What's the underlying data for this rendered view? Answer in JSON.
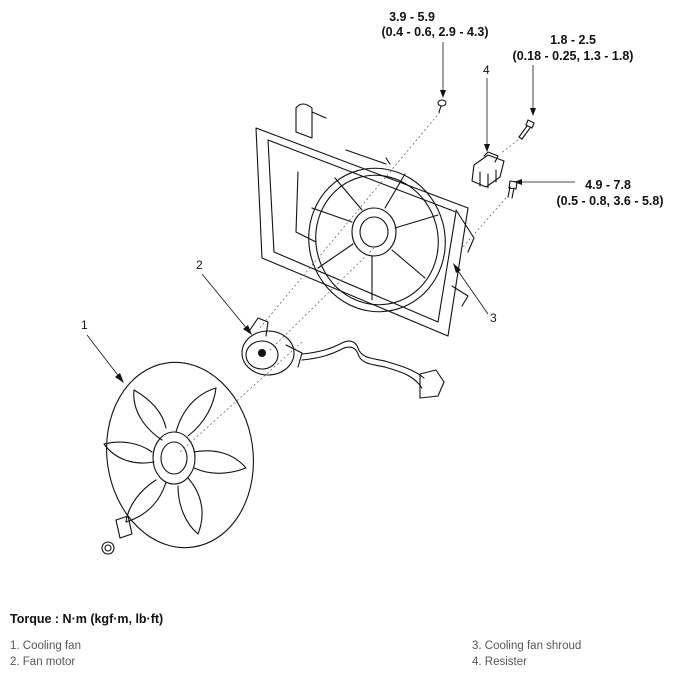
{
  "torque_specs": [
    {
      "id": "t1",
      "line1": "3.9 - 5.9",
      "line2": "(0.4 - 0.6, 2.9 - 4.3)"
    },
    {
      "id": "t2",
      "line1": "1.8 - 2.5",
      "line2": "(0.18 - 0.25, 1.3 - 1.8)"
    },
    {
      "id": "t3",
      "line1": "4.9 - 7.8",
      "line2": "(0.5 - 0.8, 3.6 - 5.8)"
    }
  ],
  "callouts": [
    "1",
    "2",
    "3",
    "4"
  ],
  "caption": {
    "title": "Torque : N·m (kgf·m, lb·ft)",
    "legend": [
      "1. Cooling fan",
      "2. Fan motor",
      "3. Cooling fan shroud",
      "4. Resister"
    ]
  }
}
